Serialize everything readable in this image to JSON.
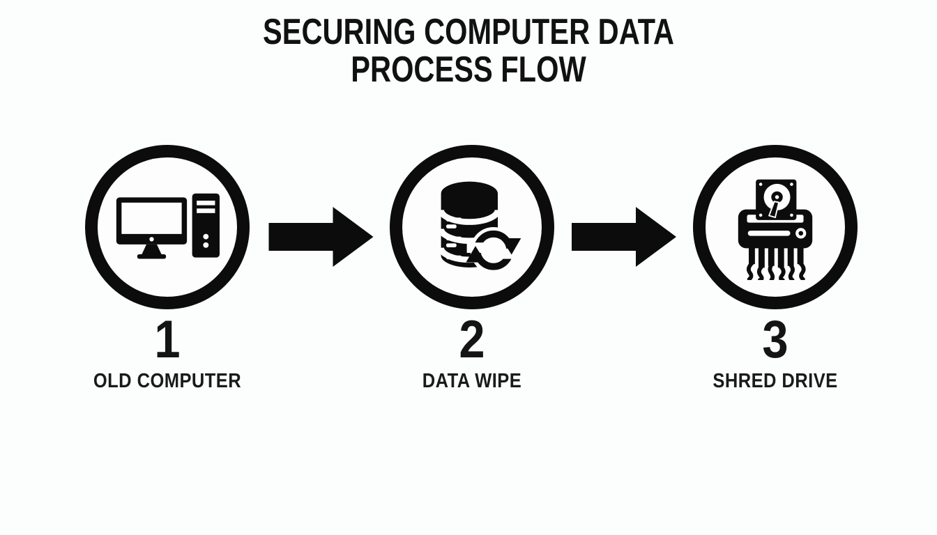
{
  "title": {
    "line1": "SECURING COMPUTER DATA",
    "line2": "PROCESS FLOW"
  },
  "steps": [
    {
      "number": "1",
      "label": "OLD COMPUTER",
      "icon": "desktop-computer-icon"
    },
    {
      "number": "2",
      "label": "DATA WIPE",
      "icon": "database-sync-icon"
    },
    {
      "number": "3",
      "label": "SHRED DRIVE",
      "icon": "hard-drive-shredder-icon"
    }
  ],
  "arrows": [
    {
      "icon": "arrow-right-icon"
    },
    {
      "icon": "arrow-right-icon"
    }
  ],
  "colors": {
    "ink": "#0c0c0c",
    "background": "#fcfdfd"
  }
}
